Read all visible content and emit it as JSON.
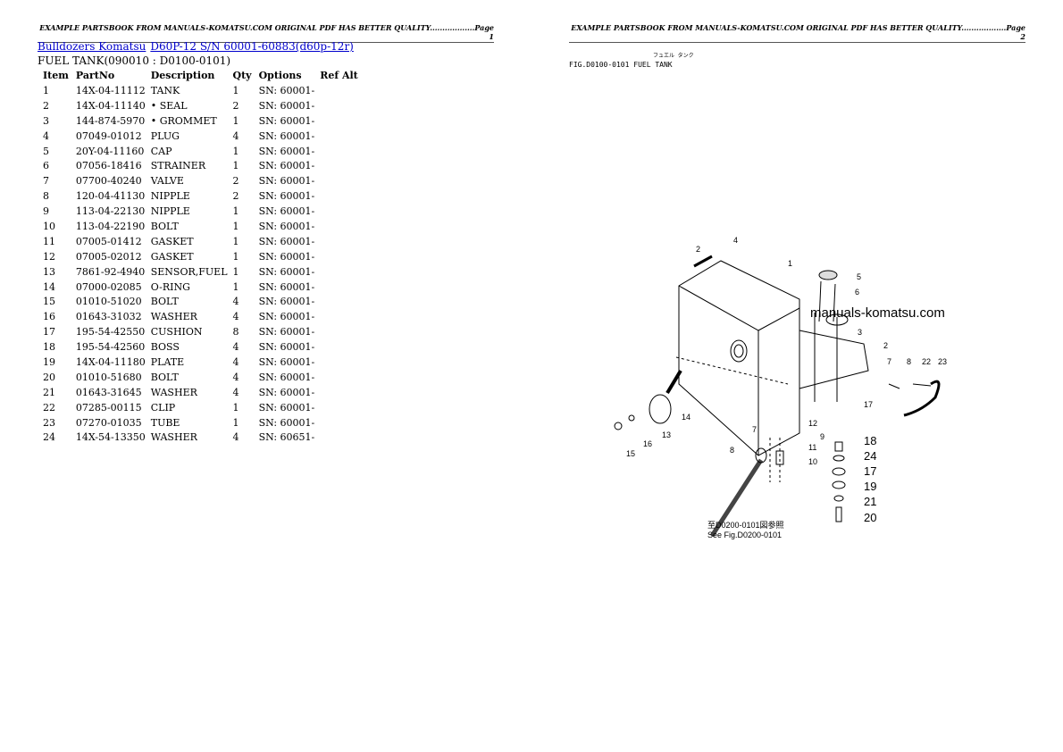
{
  "page1_header": "EXAMPLE PARTSBOOK FROM MANUALS-KOMATSU.COM ORIGINAL PDF HAS BETTER QUALITY..................Page 1",
  "page2_header": "EXAMPLE PARTSBOOK FROM MANUALS-KOMATSU.COM ORIGINAL PDF HAS BETTER QUALITY..................Page 2",
  "breadcrumb": {
    "category": "Bulldozers Komatsu",
    "model": "D60P-12 S/N 60001-60883(d60p-12r)"
  },
  "section_title": "FUEL TANK(090010 : D0100-0101)",
  "table": {
    "columns": [
      "Item",
      "PartNo",
      "Description",
      "Qty",
      "Options",
      "Ref Alt"
    ],
    "rows": [
      [
        "1",
        "14X-04-11112",
        "TANK",
        "1",
        "SN: 60001-",
        ""
      ],
      [
        "2",
        "14X-04-11140",
        "• SEAL",
        "2",
        "SN: 60001-",
        ""
      ],
      [
        "3",
        "144-874-5970",
        "• GROMMET",
        "1",
        "SN: 60001-",
        ""
      ],
      [
        "4",
        "07049-01012",
        "PLUG",
        "4",
        "SN: 60001-",
        ""
      ],
      [
        "5",
        "20Y-04-11160",
        "CAP",
        "1",
        "SN: 60001-",
        ""
      ],
      [
        "6",
        "07056-18416",
        "STRAINER",
        "1",
        "SN: 60001-",
        ""
      ],
      [
        "7",
        "07700-40240",
        "VALVE",
        "2",
        "SN: 60001-",
        ""
      ],
      [
        "8",
        "120-04-41130",
        "NIPPLE",
        "2",
        "SN: 60001-",
        ""
      ],
      [
        "9",
        "113-04-22130",
        "NIPPLE",
        "1",
        "SN: 60001-",
        ""
      ],
      [
        "10",
        "113-04-22190",
        "BOLT",
        "1",
        "SN: 60001-",
        ""
      ],
      [
        "11",
        "07005-01412",
        "GASKET",
        "1",
        "SN: 60001-",
        ""
      ],
      [
        "12",
        "07005-02012",
        "GASKET",
        "1",
        "SN: 60001-",
        ""
      ],
      [
        "13",
        "7861-92-4940",
        "SENSOR,FUEL",
        "1",
        "SN: 60001-",
        ""
      ],
      [
        "14",
        "07000-02085",
        "O-RING",
        "1",
        "SN: 60001-",
        ""
      ],
      [
        "15",
        "01010-51020",
        "BOLT",
        "4",
        "SN: 60001-",
        ""
      ],
      [
        "16",
        "01643-31032",
        "WASHER",
        "4",
        "SN: 60001-",
        ""
      ],
      [
        "17",
        "195-54-42550",
        "CUSHION",
        "8",
        "SN: 60001-",
        ""
      ],
      [
        "18",
        "195-54-42560",
        "BOSS",
        "4",
        "SN: 60001-",
        ""
      ],
      [
        "19",
        "14X-04-11180",
        "PLATE",
        "4",
        "SN: 60001-",
        ""
      ],
      [
        "20",
        "01010-51680",
        "BOLT",
        "4",
        "SN: 60001-",
        ""
      ],
      [
        "21",
        "01643-31645",
        "WASHER",
        "4",
        "SN: 60001-",
        ""
      ],
      [
        "22",
        "07285-00115",
        "CLIP",
        "1",
        "SN: 60001-",
        ""
      ],
      [
        "23",
        "07270-01035",
        "TUBE",
        "1",
        "SN: 60001-",
        ""
      ],
      [
        "24",
        "14X-54-13350",
        "WASHER",
        "4",
        "SN: 60651-",
        ""
      ]
    ]
  },
  "figure": {
    "fig_label": "FIG.D0100-0101   FUEL TANK",
    "fig_label_jp": "フュエル タンク",
    "watermark": "manuals-komatsu.com",
    "see_ref_jp": "至D0200-0101図参照",
    "see_ref": "See Fig.D0200-0101",
    "callouts": [
      "1",
      "2",
      "4",
      "5",
      "6",
      "3",
      "2",
      "7",
      "8",
      "22",
      "23",
      "17",
      "12",
      "9",
      "11",
      "10",
      "7",
      "8",
      "14",
      "13",
      "16",
      "15",
      "18",
      "24",
      "17",
      "19",
      "21",
      "20"
    ]
  }
}
